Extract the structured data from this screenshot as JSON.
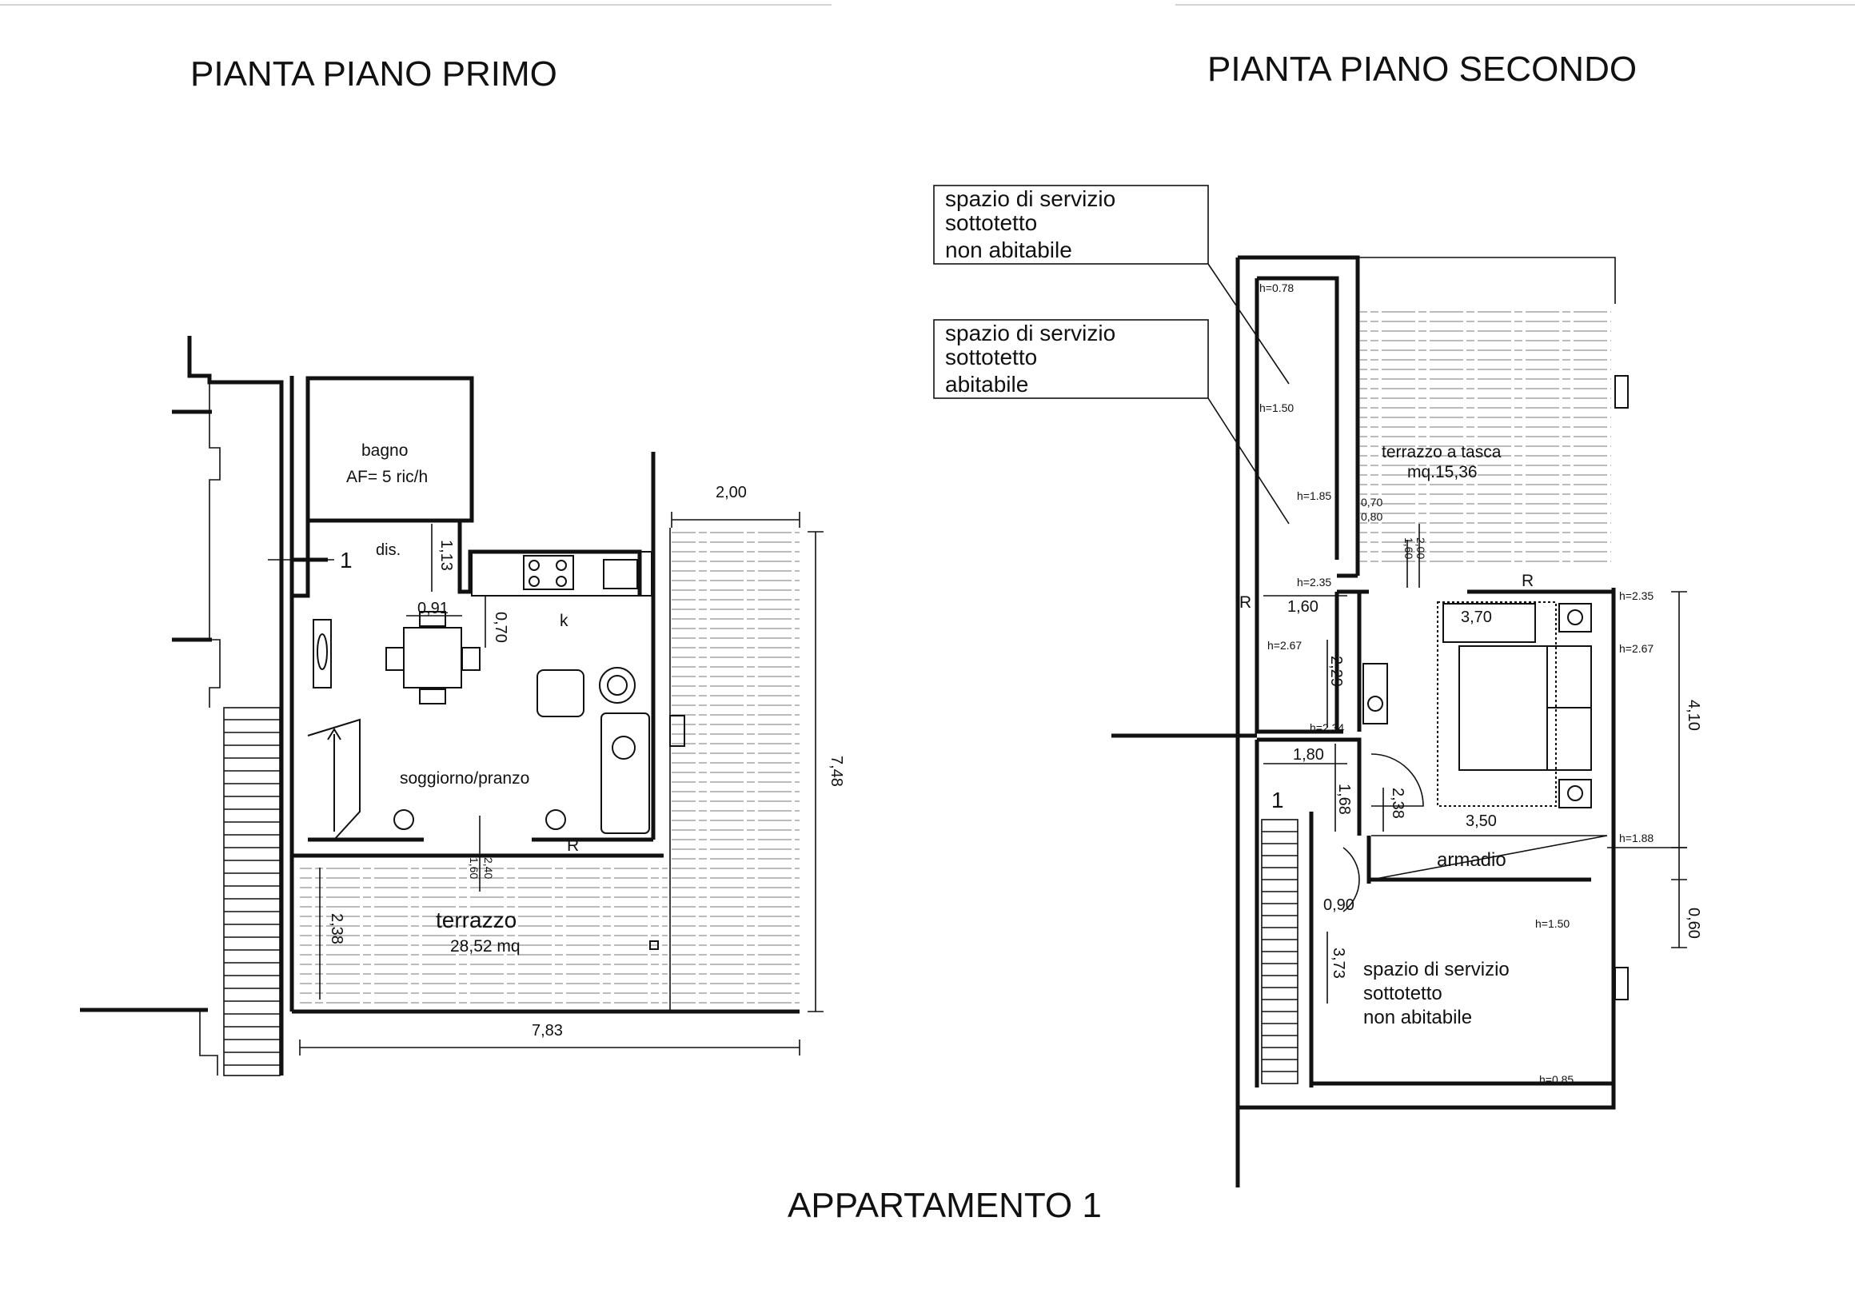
{
  "titles": {
    "first_floor": "PIANTA PIANO PRIMO",
    "second_floor": "PIANTA PIANO SECONDO",
    "apartment": "APPARTAMENTO 1"
  },
  "first_floor": {
    "bagno": "bagno",
    "bagno_af": "AF= 5 ric/h",
    "dis": "dis.",
    "unit_number": "1",
    "kitchen": "k",
    "soggiorno": "soggiorno/pranzo",
    "terrazzo": "terrazzo",
    "terrazzo_area": "28,52 mq",
    "radiator": "R",
    "dims": {
      "d2_00": "2,00",
      "d1_13": "1,13",
      "d0_91": "0,91",
      "d0_70": "0,70",
      "d7_48": "7,48",
      "d1_60": "1,60",
      "d2_40": "2,40",
      "d2_38": "2,38",
      "d7_83": "7,83"
    }
  },
  "second_floor": {
    "label_box_1": {
      "line1": "spazio di servizio",
      "line2": "sottotetto",
      "line3": "non abitabile"
    },
    "label_box_2": {
      "line1": "spazio di servizio",
      "line2": "sottotetto",
      "line3": "abitabile"
    },
    "terrazzo_tasca": "terrazzo a tasca",
    "terrazzo_tasca_area": "mq.15,36",
    "armadio": "armadio",
    "lower_space": {
      "line1": "spazio di servizio",
      "line2": "sottotetto",
      "line3": "non abitabile"
    },
    "unit_number": "1",
    "radiator_1": "R",
    "radiator_2": "R",
    "heights": {
      "h078": "h=0.78",
      "h150a": "h=1.50",
      "h185": "h=1.85",
      "h235a": "h=2.35",
      "h267a": "h=2.67",
      "h234": "h=2.34",
      "h235b": "h=2.35",
      "h267b": "h=2.67",
      "h188": "h=1.88",
      "h150b": "h=1.50",
      "h085": "h=0.85"
    },
    "dims": {
      "d0_70": "0,70",
      "d0_80": "0,80",
      "d1_60v": "1,60",
      "d2_00v": "2,00",
      "d1_60": "1,60",
      "d3_70": "3,70",
      "d2_29": "2,29",
      "d1_80": "1,80",
      "d1_68": "1,68",
      "d2_38": "2,38",
      "d3_50": "3,50",
      "d4_10": "4,10",
      "d0_60": "0,60",
      "d0_90": "0,90",
      "d3_73": "3,73"
    }
  }
}
